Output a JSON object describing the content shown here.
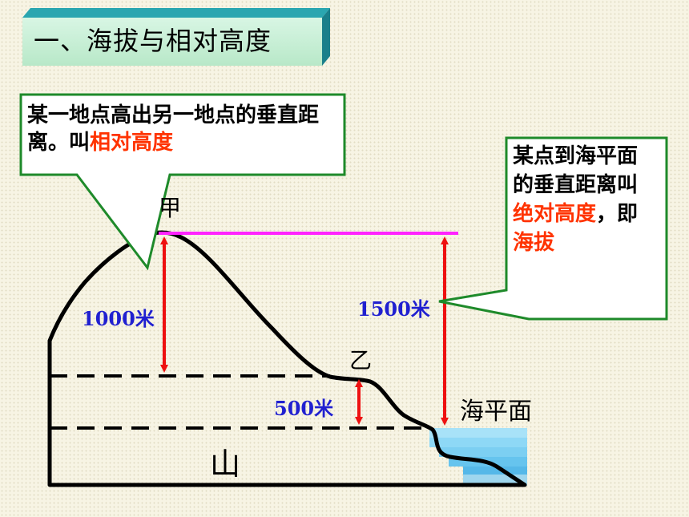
{
  "title": "一、海拔与相对高度",
  "relative_callout": {
    "text_prefix": "某一地点高出另一地点的垂直距离。叫",
    "highlight": "相对高度"
  },
  "absolute_callout": {
    "text_prefix": "某点到海平面的垂直距离叫",
    "highlight1": "绝对高度",
    "text_mid": "，即",
    "highlight2": "海拔"
  },
  "points": {
    "jia": "甲",
    "yi": "乙"
  },
  "measurements": {
    "jia_relative": "1000米",
    "yi_relative": "500米",
    "jia_absolute": "1500米"
  },
  "sea_level_label": "海平面",
  "mountain_label": "山",
  "colors": {
    "title_box_front": "#c8f0d4",
    "title_box_top": "#2aa6b0",
    "title_box_side": "#1a7f8a",
    "callout_border": "#1e8a2a",
    "callout_fill": "#ffffff",
    "highlight_text": "#ff3300",
    "measure_text": "#2020d0",
    "arrow": "#ee1111",
    "summit_line": "#ff22ff",
    "sea": "#7fd0f2"
  }
}
